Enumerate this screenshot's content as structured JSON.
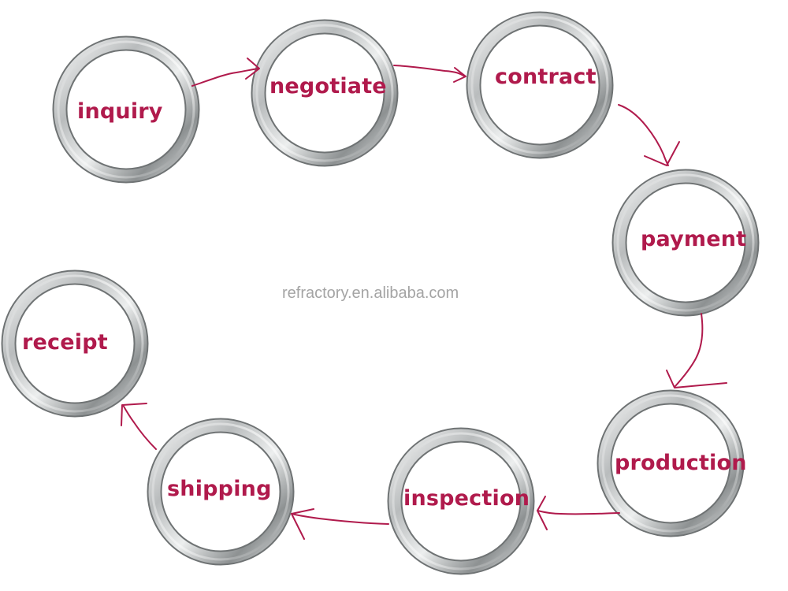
{
  "diagram": {
    "steps": [
      {
        "id": "inquiry",
        "label": "inquiry"
      },
      {
        "id": "negotiate",
        "label": "negotiate"
      },
      {
        "id": "contract",
        "label": "contract"
      },
      {
        "id": "payment",
        "label": "payment"
      },
      {
        "id": "production",
        "label": "production"
      },
      {
        "id": "inspection",
        "label": "inspection"
      },
      {
        "id": "shipping",
        "label": "shipping"
      },
      {
        "id": "receipt",
        "label": "receipt"
      }
    ],
    "flow_order": [
      "inquiry",
      "negotiate",
      "contract",
      "payment",
      "production",
      "inspection",
      "shipping",
      "receipt"
    ],
    "colors": {
      "label": "#b01a4c",
      "arrow": "#b01a4c",
      "ring_metal": "#c8cacb",
      "watermark": "#a4a4a4"
    }
  },
  "watermark": {
    "text": "refractory.en.alibaba.com"
  }
}
